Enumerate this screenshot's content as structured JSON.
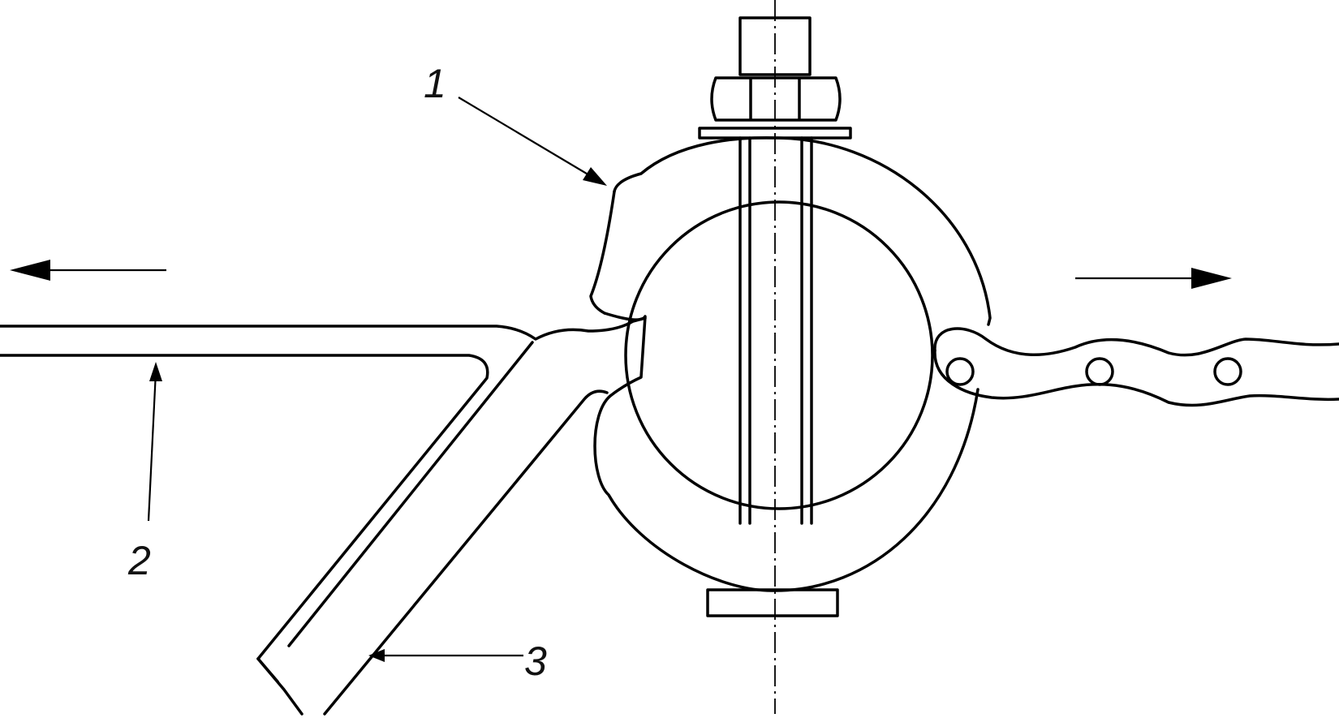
{
  "figure": {
    "callouts": [
      {
        "id": "clamp",
        "text": "1"
      },
      {
        "id": "rod",
        "text": "2"
      },
      {
        "id": "bar",
        "text": "3"
      }
    ]
  }
}
